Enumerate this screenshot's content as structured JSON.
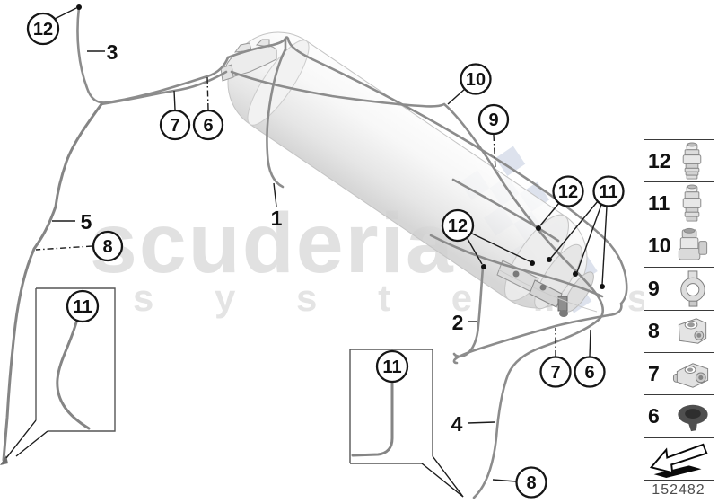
{
  "figure": {
    "code": "152482"
  },
  "watermark": {
    "brand": "scuderia",
    "sub": "s y s t e m s"
  },
  "callouts": {
    "c12_topleft": "12",
    "n3": "3",
    "c7_top": "7",
    "c6_top": "6",
    "c10": "10",
    "c9": "9",
    "n1": "1",
    "n5": "5",
    "c8_left": "8",
    "c11_box1": "11",
    "c12_mid": "12",
    "c12_right": "12",
    "c11_right": "11",
    "n2": "2",
    "c7_bot": "7",
    "c6_bot": "6",
    "c11_box2": "11",
    "n4": "4",
    "c8_bot": "8"
  },
  "legend": {
    "rows": [
      {
        "label": "12",
        "icon": "quick-connect-coupling-icon"
      },
      {
        "label": "11",
        "icon": "quick-connect-coupling-icon"
      },
      {
        "label": "10",
        "icon": "line-connector-icon"
      },
      {
        "label": "9",
        "icon": "hose-clamp-icon"
      },
      {
        "label": "8",
        "icon": "line-holder-icon"
      },
      {
        "label": "7",
        "icon": "double-line-holder-icon"
      },
      {
        "label": "6",
        "icon": "grommet-icon"
      },
      {
        "label": "",
        "icon": "direction-arrow-icon"
      }
    ]
  }
}
